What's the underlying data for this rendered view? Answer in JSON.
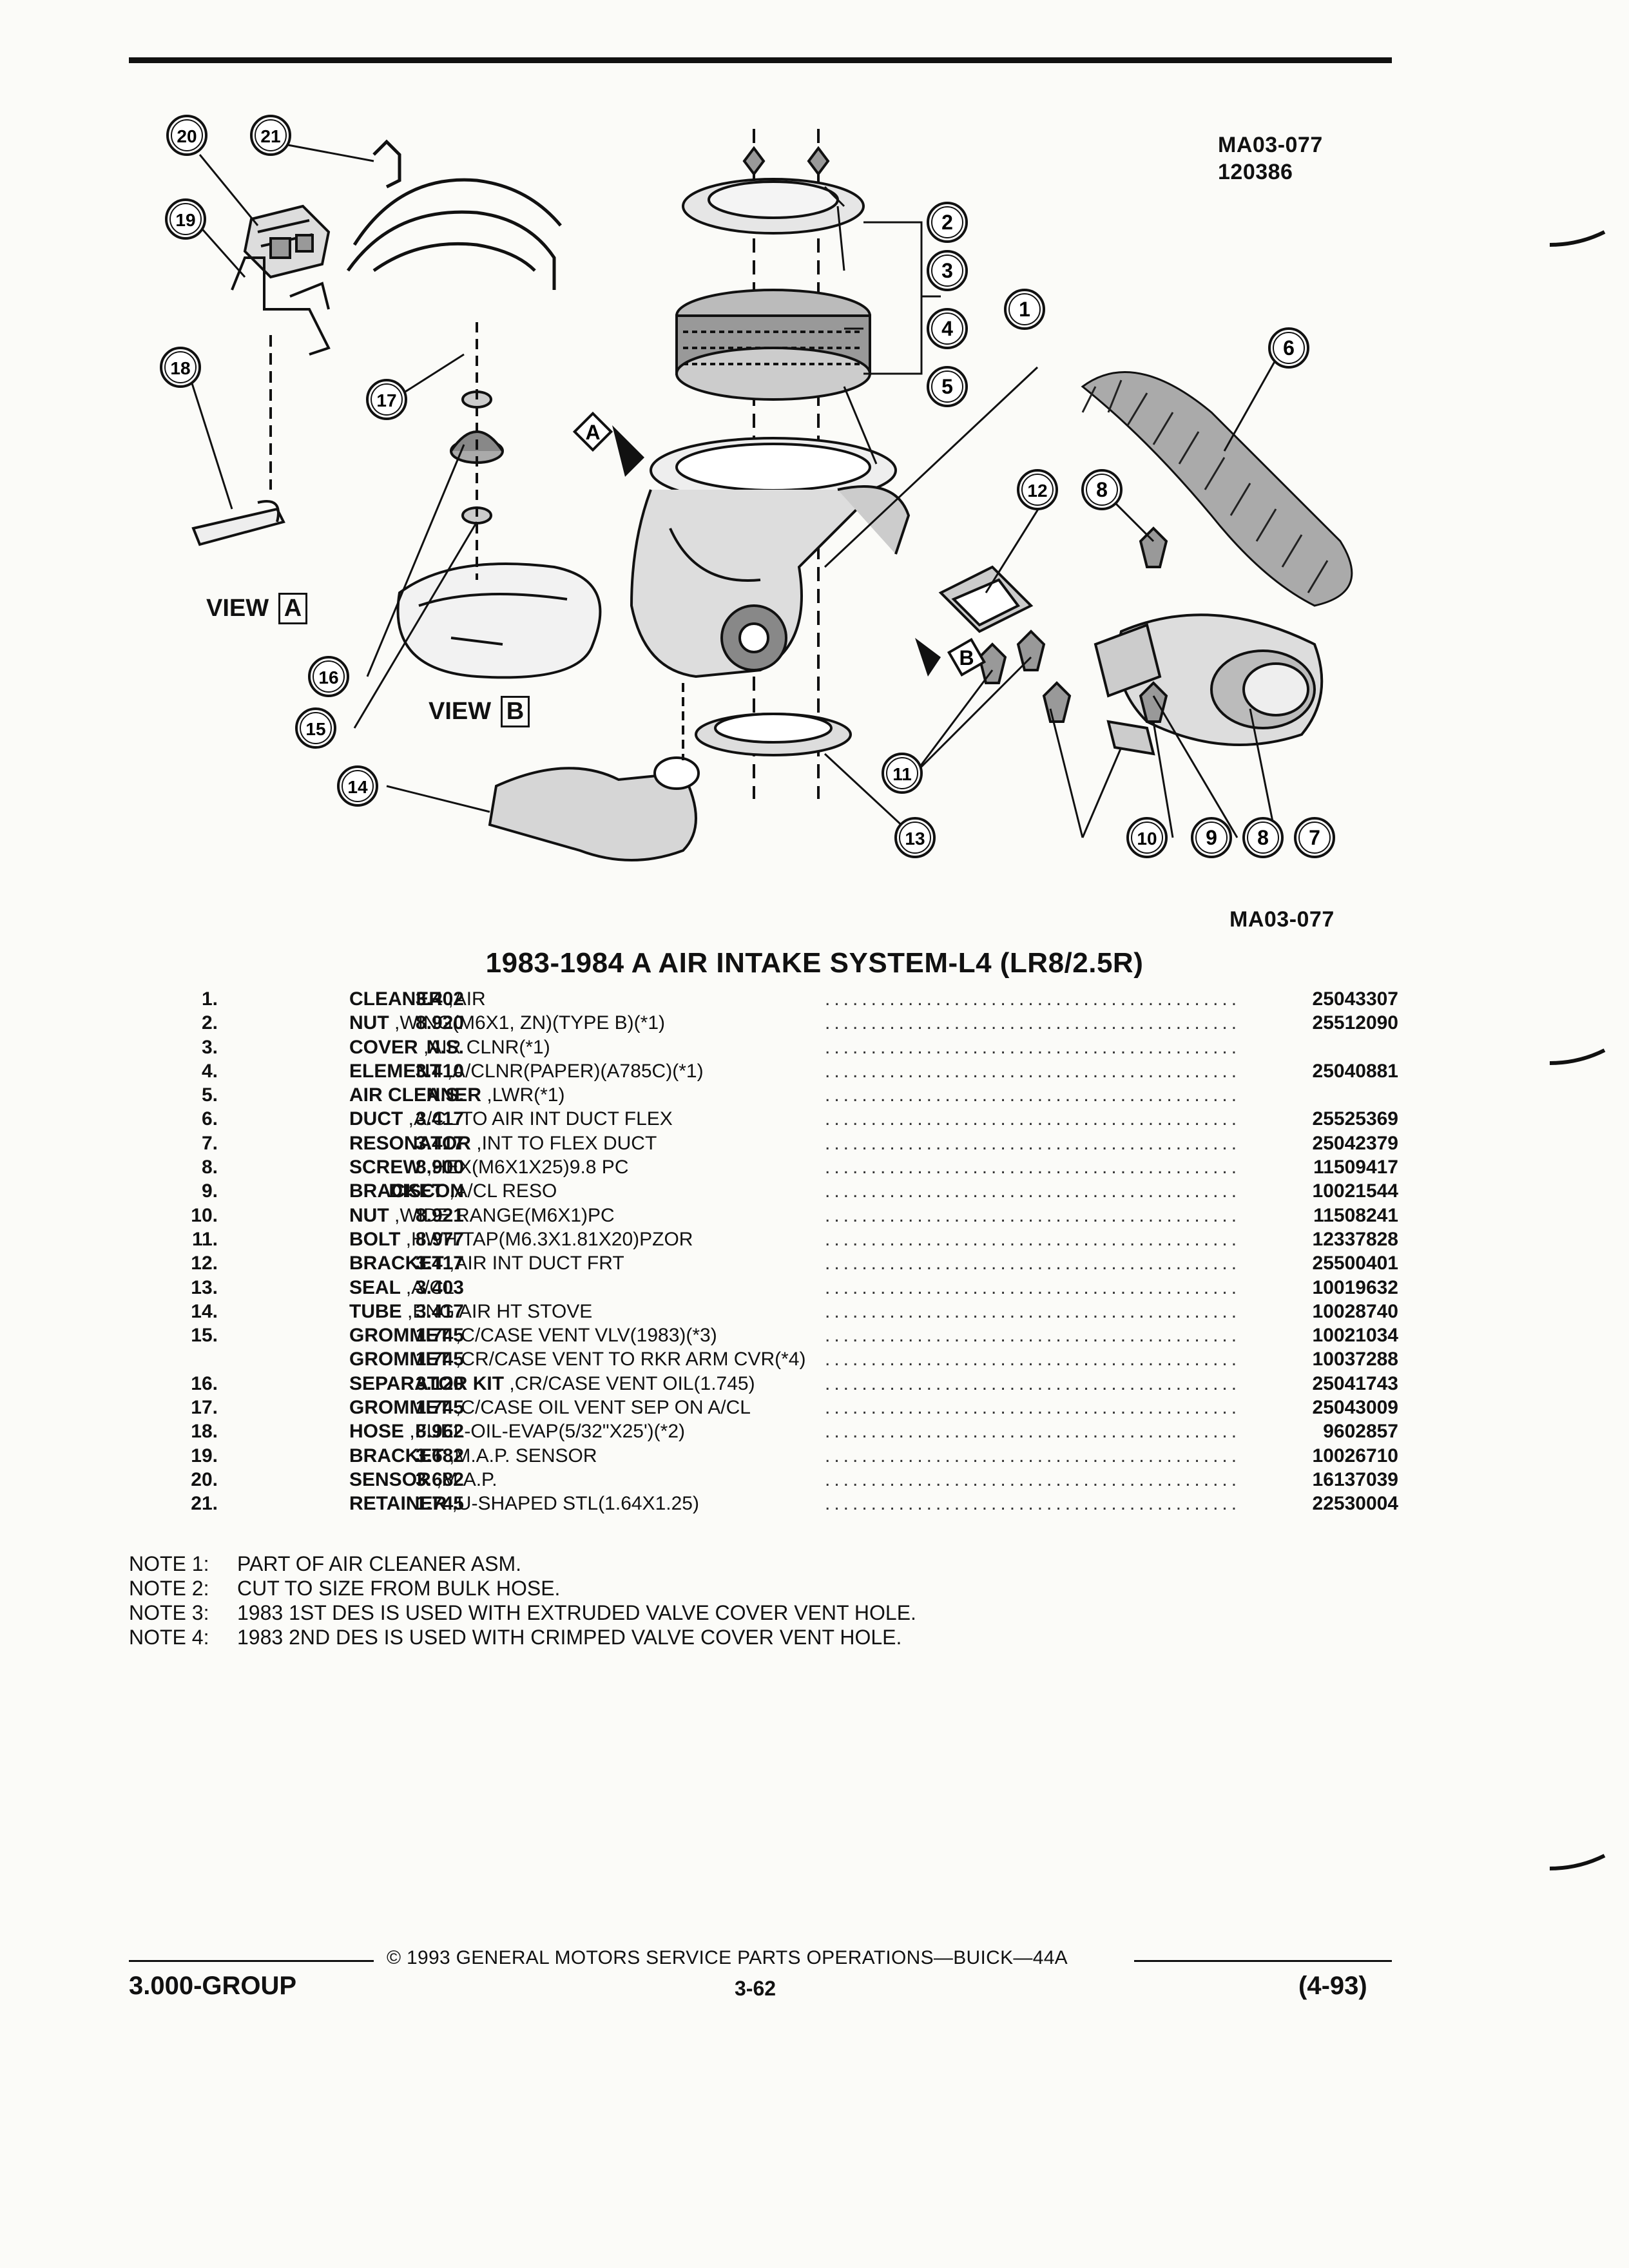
{
  "figure": {
    "id": "MA03-077",
    "code": "120386",
    "caption_id": "MA03-077",
    "views": [
      {
        "label": "VIEW",
        "letter": "A"
      },
      {
        "label": "VIEW",
        "letter": "B"
      }
    ],
    "arrows": [
      {
        "letter": "A"
      },
      {
        "letter": "B"
      }
    ],
    "callouts": [
      "1",
      "2",
      "3",
      "4",
      "5",
      "6",
      "7",
      "8",
      "8",
      "9",
      "10",
      "11",
      "12",
      "13",
      "14",
      "15",
      "16",
      "17",
      "18",
      "19",
      "20",
      "21"
    ]
  },
  "title": "1983-1984 A AIR INTAKE SYSTEM-L4 (LR8/2.5R)",
  "parts": [
    {
      "num": "1.",
      "group": "3.402",
      "noun": "CLEANER",
      "mods": ",AIR",
      "part_no": "25043307"
    },
    {
      "num": "2.",
      "group": "8.920",
      "noun": "NUT",
      "mods": ",WING(M6X1, ZN)(TYPE B)(*1)",
      "part_no": "25512090"
    },
    {
      "num": "3.",
      "group": "N.S.",
      "noun": "COVER",
      "mods": ",AIR CLNR(*1)",
      "part_no": ""
    },
    {
      "num": "4.",
      "group": "3.410",
      "noun": "ELEMENT",
      "mods": ",A/CLNR(PAPER)(A785C)(*1)",
      "part_no": "25040881"
    },
    {
      "num": "5.",
      "group": "N.S.",
      "noun": "AIR CLEANER",
      "mods": ",LWR(*1)",
      "part_no": ""
    },
    {
      "num": "6.",
      "group": "3.417",
      "noun": "DUCT",
      "mods": ",A/CL TO AIR INT DUCT FLEX",
      "part_no": "25525369"
    },
    {
      "num": "7.",
      "group": "3.417",
      "noun": "RESONATOR",
      "mods": ",INT TO FLEX DUCT",
      "part_no": "25042379"
    },
    {
      "num": "8.",
      "group": "8.900",
      "noun": "SCREW",
      "mods": ",HEX(M6X1X25)9.8 PC",
      "part_no": "11509417"
    },
    {
      "num": "9.",
      "group": "DISCON",
      "noun": "BRACKET",
      "mods": ",A/CL RESO",
      "part_no": "10021544"
    },
    {
      "num": "10.",
      "group": "8.921",
      "noun": "NUT",
      "mods": ",WIDE RANGE(M6X1)PC",
      "part_no": "11508241"
    },
    {
      "num": "11.",
      "group": "8.977",
      "noun": "BOLT",
      "mods": ",HWH TAP(M6.3X1.81X20)PZOR",
      "part_no": "12337828"
    },
    {
      "num": "12.",
      "group": "3.417",
      "noun": "BRACKET",
      "mods": ",AIR INT DUCT FRT",
      "part_no": "25500401"
    },
    {
      "num": "13.",
      "group": "3.403",
      "noun": "SEAL",
      "mods": ",A/CL",
      "part_no": "10019632"
    },
    {
      "num": "14.",
      "group": "3.417",
      "noun": "TUBE",
      "mods": ",ENG AIR HT STOVE",
      "part_no": "10028740"
    },
    {
      "num": "15.",
      "group": "1.745",
      "noun": "GROMMET",
      "mods": ",C/CASE VENT VLV(1983)(*3)",
      "part_no": "10021034"
    },
    {
      "num": "",
      "group": "1.745",
      "noun": "GROMMET",
      "mods": ",CR/CASE VENT TO RKR ARM CVR(*4)",
      "part_no": "10037288"
    },
    {
      "num": "16.",
      "group": "3.120",
      "noun": "SEPARATOR KIT",
      "mods": ",CR/CASE VENT OIL(1.745)",
      "part_no": "25041743"
    },
    {
      "num": "17.",
      "group": "1.745",
      "noun": "GROMMET",
      "mods": ",C/CASE OIL VENT SEP ON A/CL",
      "part_no": "25043009"
    },
    {
      "num": "18.",
      "group": "8.962",
      "noun": "HOSE",
      "mods": ",FUEL-OIL-EVAP(5/32\"X25')(*2)",
      "part_no": "9602857"
    },
    {
      "num": "19.",
      "group": "3.682",
      "noun": "BRACKET",
      "mods": ",M.A.P. SENSOR",
      "part_no": "10026710"
    },
    {
      "num": "20.",
      "group": "3.682",
      "noun": "SENSOR",
      "mods": ",M.A.P.",
      "part_no": "16137039"
    },
    {
      "num": "21.",
      "group": "1.745",
      "noun": "RETAINER",
      "mods": ",U-SHAPED STL(1.64X1.25)",
      "part_no": "22530004"
    }
  ],
  "notes": [
    {
      "label": "NOTE 1:",
      "text": "PART OF AIR CLEANER ASM."
    },
    {
      "label": "NOTE 2:",
      "text": "CUT TO SIZE FROM BULK HOSE."
    },
    {
      "label": "NOTE 3:",
      "text": "1983 1ST DES IS USED WITH EXTRUDED VALVE COVER VENT HOLE."
    },
    {
      "label": "NOTE 4:",
      "text": "1983 2ND DES IS USED WITH CRIMPED VALVE COVER VENT HOLE."
    }
  ],
  "footer": {
    "copyright": "© 1993 GENERAL MOTORS SERVICE PARTS OPERATIONS—BUICK—44A",
    "group": "3.000-GROUP",
    "page": "3-62",
    "revision": "(4-93)"
  }
}
